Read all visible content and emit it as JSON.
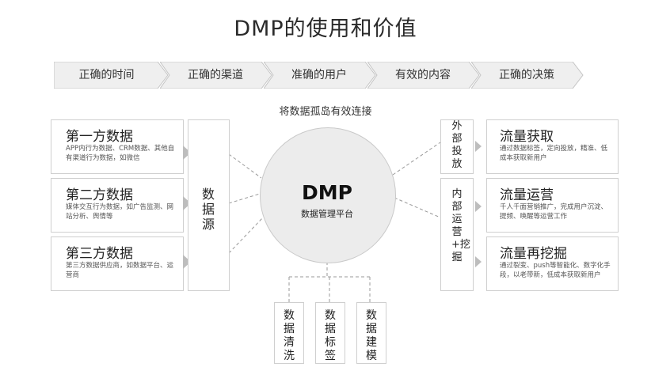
{
  "title": "DMP的使用和价值",
  "stages": [
    "正确的时间",
    "正确的渠道",
    "准确的用户",
    "有效的内容",
    "正确的决策"
  ],
  "subtitle": "将数据孤岛有效连接",
  "sources": [
    {
      "heading": "第一方数据",
      "desc": "APP内行为数据、CRM数据、其他自有渠道行为数据，如微信"
    },
    {
      "heading": "第二方数据",
      "desc": "媒体交互行为数据，如广告监测、网站分析、舆情等"
    },
    {
      "heading": "第三方数据",
      "desc": "第三方数据供应商，如数据平台、运营商"
    }
  ],
  "data_source_label": "数据源",
  "dmp": {
    "name": "DMP",
    "subtitle": "数据管理平台"
  },
  "bottom_steps": [
    "数据清洗",
    "数据标签",
    "数据建模"
  ],
  "external_label": "外部投放",
  "internal_label": "内部运营+挖掘",
  "outputs": [
    {
      "heading": "流量获取",
      "desc": "通过数据标签，定向投放，精准、低成本获取新用户"
    },
    {
      "heading": "流量运营",
      "desc": "千人千面营销推广，完成用户沉淀、提频、唤醒等运营工作"
    },
    {
      "heading": "流量再挖掘",
      "desc": "通过裂变、push等智能化、数字化手段，以老带新，低成本获取新用户"
    }
  ]
}
